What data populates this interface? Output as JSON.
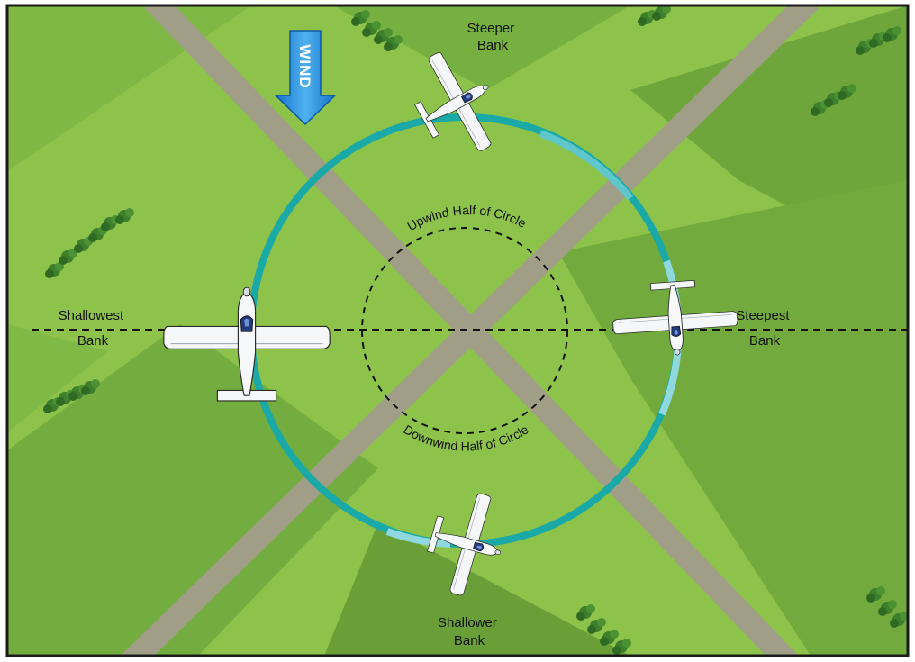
{
  "wind": {
    "label": "WIND",
    "color": "#1f8fdc"
  },
  "labels": {
    "steeper_1": "Steeper",
    "steeper_2": "Bank",
    "shallowest_1": "Shallowest",
    "shallowest_2": "Bank",
    "steepest_1": "Steepest",
    "steepest_2": "Bank",
    "shallower_1": "Shallower",
    "shallower_2": "Bank",
    "upwind": "Upwind Half of Circle",
    "downwind": "Downwind Half of Circle"
  },
  "colors": {
    "grass_light": "#8dc34a",
    "grass_dark": "#6fa63b",
    "road": "#a09e86",
    "circle": "#1aa9a6",
    "circle_light": "#8fd8de",
    "trees": "#3e7f2c",
    "border": "#1a1a1a"
  },
  "icons": [
    "airplane-icon",
    "wind-arrow-icon",
    "tree-icon"
  ]
}
